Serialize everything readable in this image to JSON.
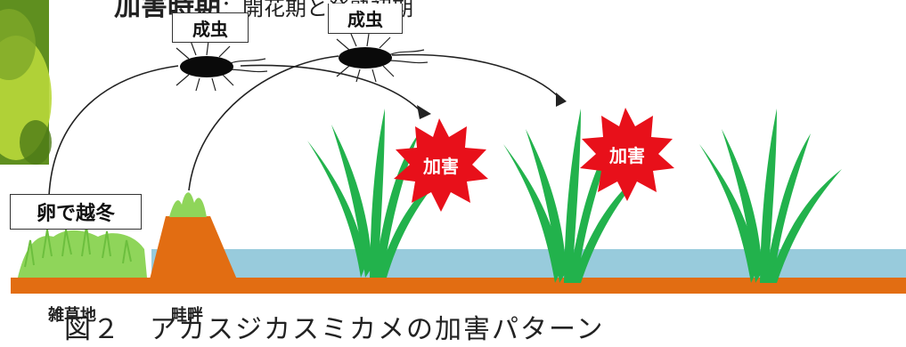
{
  "heading": {
    "strong": "加害時期",
    "rest": "：開花期と登熟初期"
  },
  "labels": {
    "adult_left": "成虫",
    "adult_right": "成虫",
    "egg_overwinter": "卵で越冬",
    "weed_area": "雑草地",
    "levee": "畦畔",
    "damage_1": "加害",
    "damage_2": "加害"
  },
  "caption": "図２　アカスジカスミカメの加害パターン",
  "colors": {
    "soil": "#e26d12",
    "water": "#98cbdc",
    "rice": "#22b24c",
    "weed": "#8fd55a",
    "burst": "#e8101a",
    "bug": "#0a0a0a"
  }
}
